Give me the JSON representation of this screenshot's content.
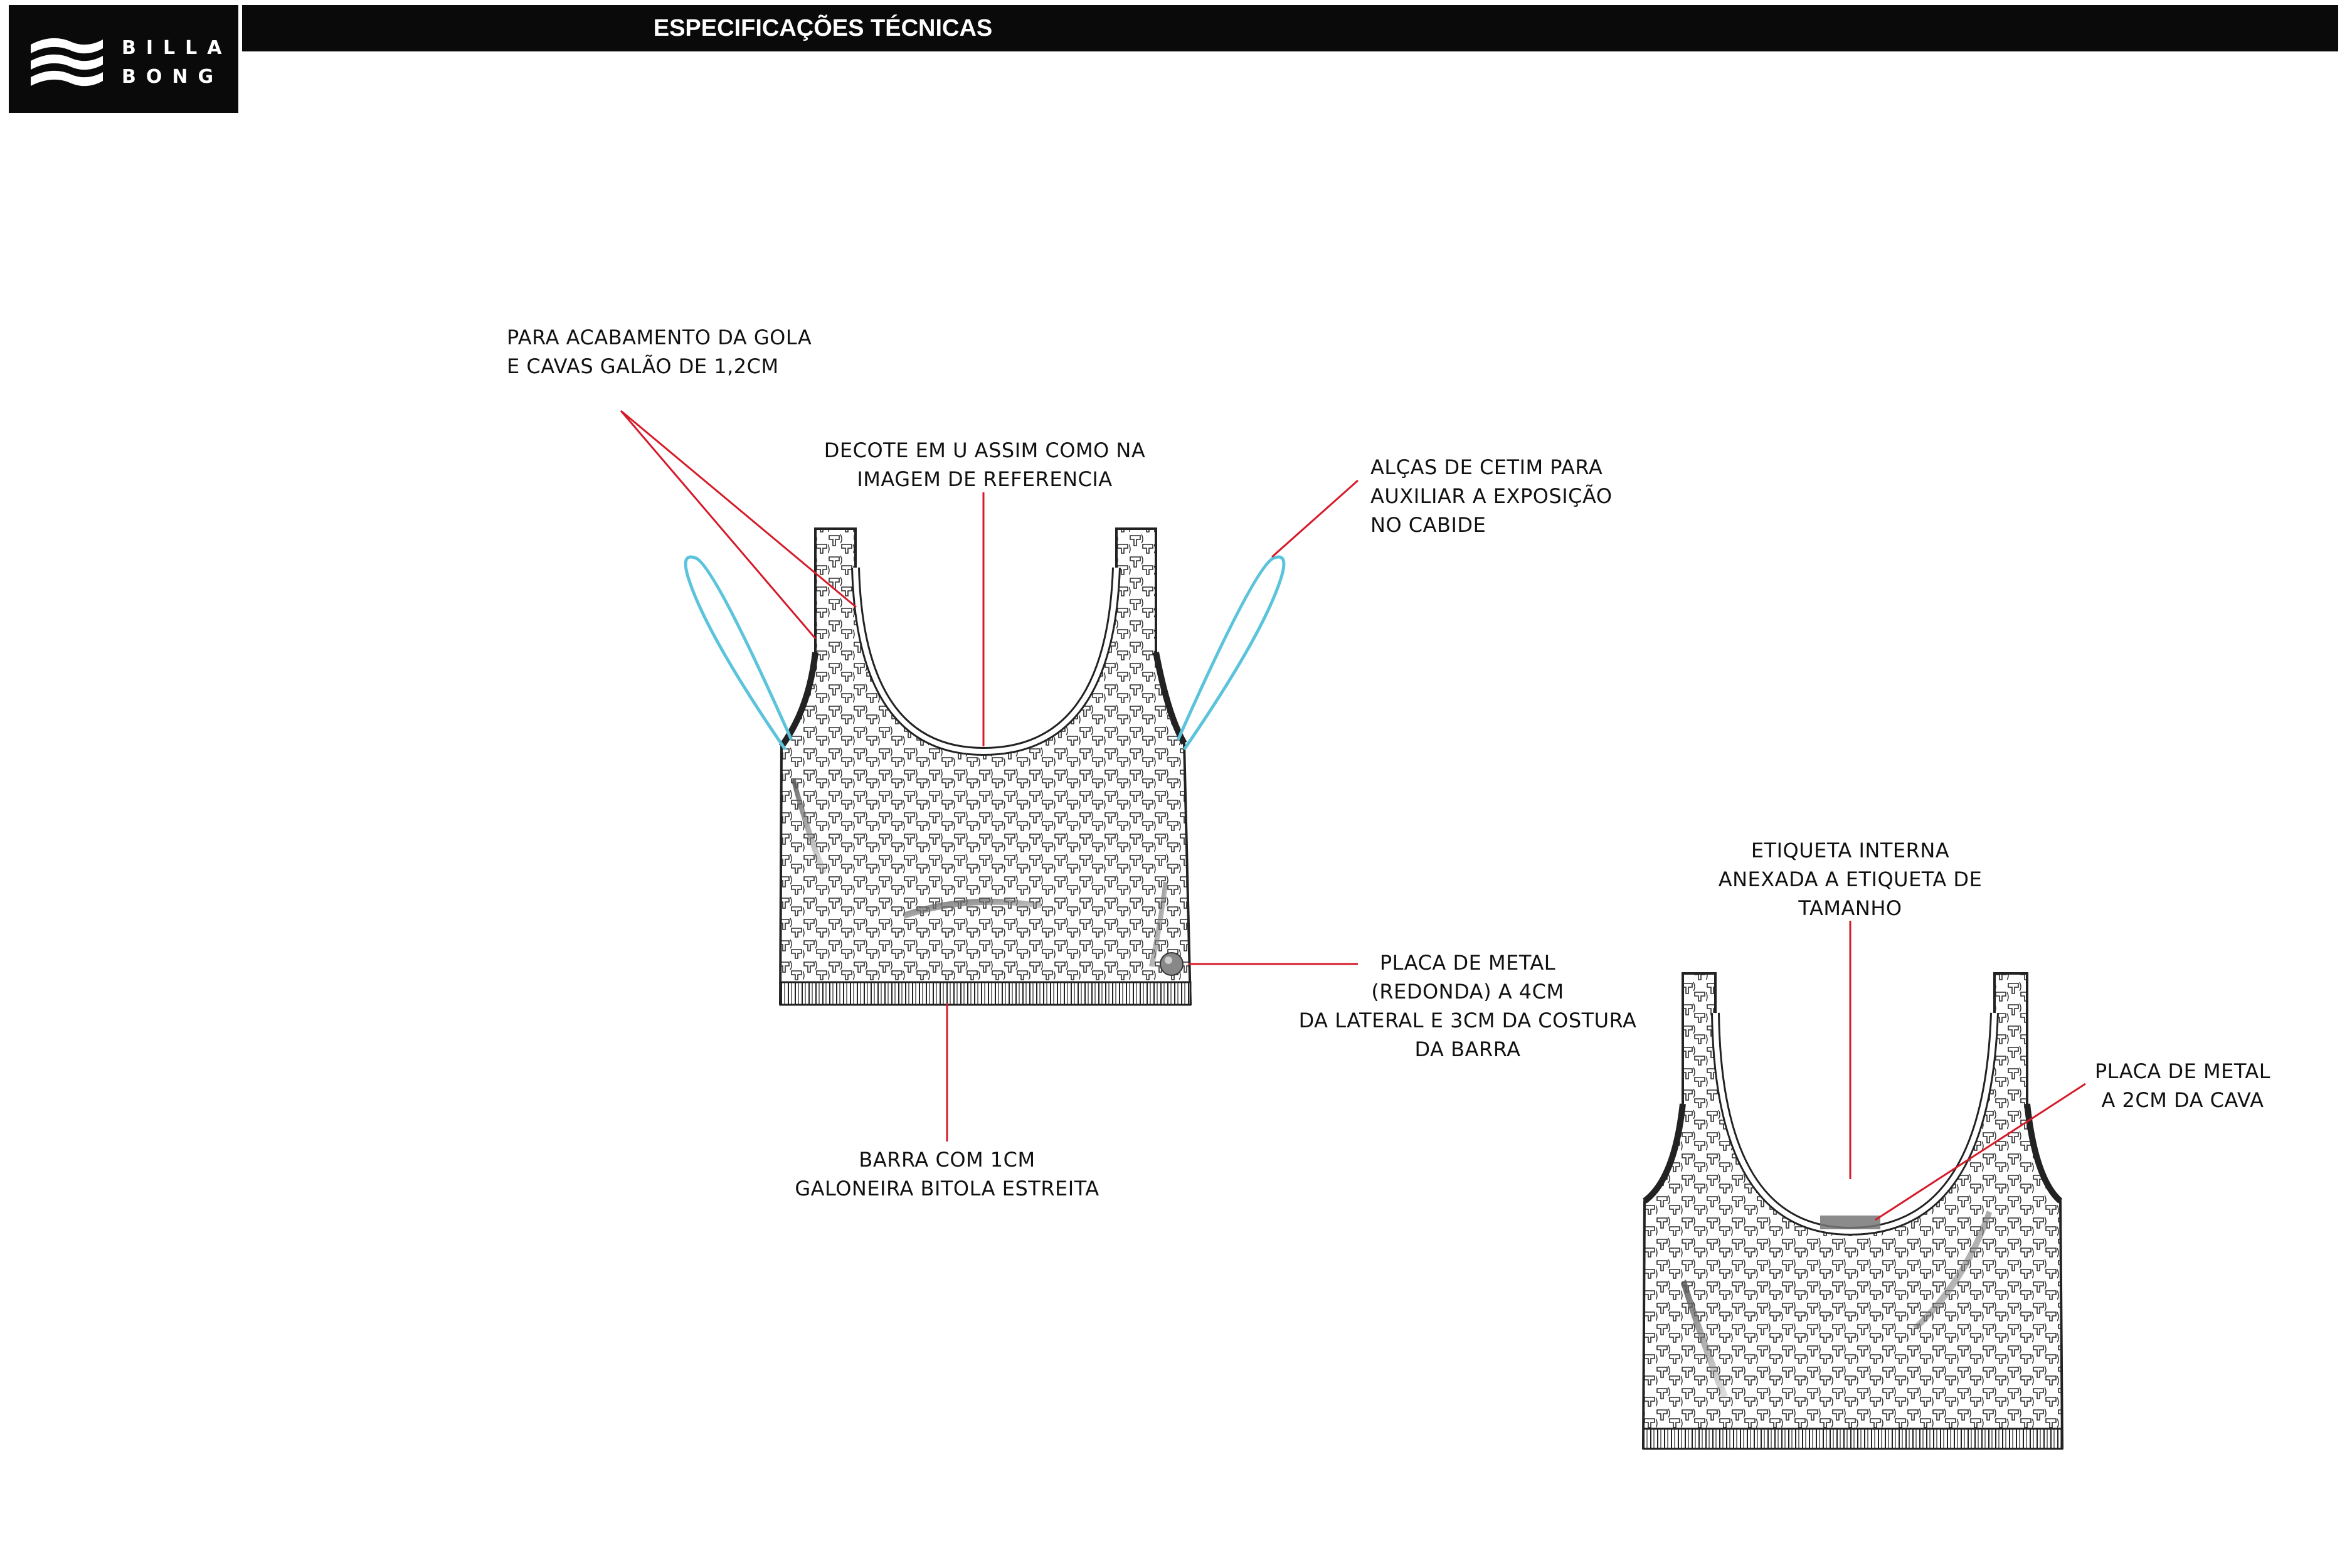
{
  "header": {
    "brand_line1": "BILLA",
    "brand_line2": "BONG",
    "title": "ESPECIFICAÇÕES TÉCNICAS"
  },
  "colors": {
    "callout_line": "#d61a2a",
    "strap": "#5bc4dc",
    "header_bg": "#0a0a0a",
    "sketch": "#222222"
  },
  "icons": {
    "logo": "billabong-wave-logo-icon",
    "metal_plate": "round-metal-plate-icon"
  },
  "callouts": {
    "gola": [
      "PARA ACABAMENTO DA GOLA",
      "E CAVAS GALÃO DE 1,2CM"
    ],
    "decote": [
      "DECOTE EM U ASSIM COMO NA",
      "IMAGEM DE REFERENCIA"
    ],
    "alcas": [
      "ALÇAS DE CETIM PARA",
      "AUXILIAR A EXPOSIÇÃO",
      "NO CABIDE"
    ],
    "placa_redonda": [
      "PLACA DE METAL",
      "(REDONDA) A 4CM",
      "DA LATERAL E 3CM DA COSTURA",
      "DA BARRA"
    ],
    "barra": [
      "BARRA COM 1CM",
      "GALONEIRA BITOLA ESTREITA"
    ],
    "etiqueta": [
      "ETIQUETA INTERNA",
      "ANEXADA A ETIQUETA DE",
      "TAMANHO"
    ],
    "placa_cava": [
      "PLACA DE METAL",
      "A 2CM DA CAVA"
    ]
  }
}
